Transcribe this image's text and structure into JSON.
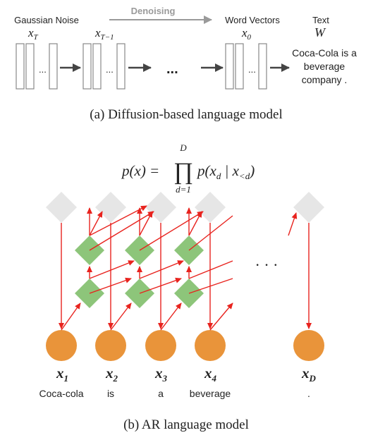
{
  "diffusion": {
    "labels": {
      "gaussian_noise": "Gaussian Noise",
      "denoising": "Denoising",
      "word_vectors": "Word Vectors",
      "text": "Text"
    },
    "math": {
      "x_T": "T",
      "x_T_minus_1": "T−1",
      "x_0": "0",
      "W": "W"
    },
    "ellipsis": "...",
    "output_text": [
      "Coca-Cola is a",
      "beverage",
      "company ."
    ],
    "caption": "(a) Diffusion-based language model"
  },
  "ar": {
    "formula": {
      "lhs": "p(x) =",
      "product": "∏",
      "upper": "D",
      "lower": "d=1",
      "term": "p(x",
      "sub_d": "d",
      "given": " | x",
      "sub_lt_d": "<d",
      "close": ")"
    },
    "tokens": [
      {
        "var": "x",
        "sub": "1",
        "word": "Coca-cola"
      },
      {
        "var": "x",
        "sub": "2",
        "word": "is"
      },
      {
        "var": "x",
        "sub": "3",
        "word": "a"
      },
      {
        "var": "x",
        "sub": "4",
        "word": "beverage"
      },
      {
        "var": "x",
        "sub": "D",
        "word": "."
      }
    ],
    "ellipsis": "· · ·",
    "caption": "(b) AR language model"
  },
  "colors": {
    "arrow": "#e8231e",
    "dark_arrow": "#444444",
    "grey_arrow": "#9a9a9a",
    "node_orange": "#e9943a",
    "node_green": "#8dc57a",
    "node_grey": "#e6e6e6",
    "rect_stroke": "#888888",
    "text": "#222222"
  }
}
